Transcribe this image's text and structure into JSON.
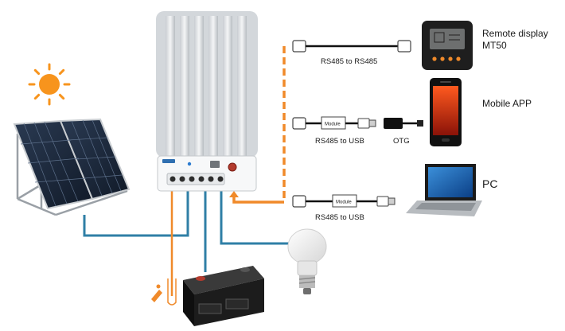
{
  "devices": {
    "remote_display": {
      "label": "Remote display",
      "model": "MT50"
    },
    "mobile": {
      "label": "Mobile APP"
    },
    "pc": {
      "label": "PC"
    }
  },
  "cables": {
    "rs485_rs485": {
      "label": "RS485 to RS485"
    },
    "rs485_usb_mobile": {
      "label": "RS485 to USB",
      "module_text": "Module"
    },
    "otg": {
      "label": "OTG"
    },
    "rs485_usb_pc": {
      "label": "RS485 to USB",
      "module_text": "Module"
    }
  },
  "colors": {
    "comm_line": "#f08a2a",
    "power_line": "#2f7fa6",
    "sun": "#f7941d"
  }
}
